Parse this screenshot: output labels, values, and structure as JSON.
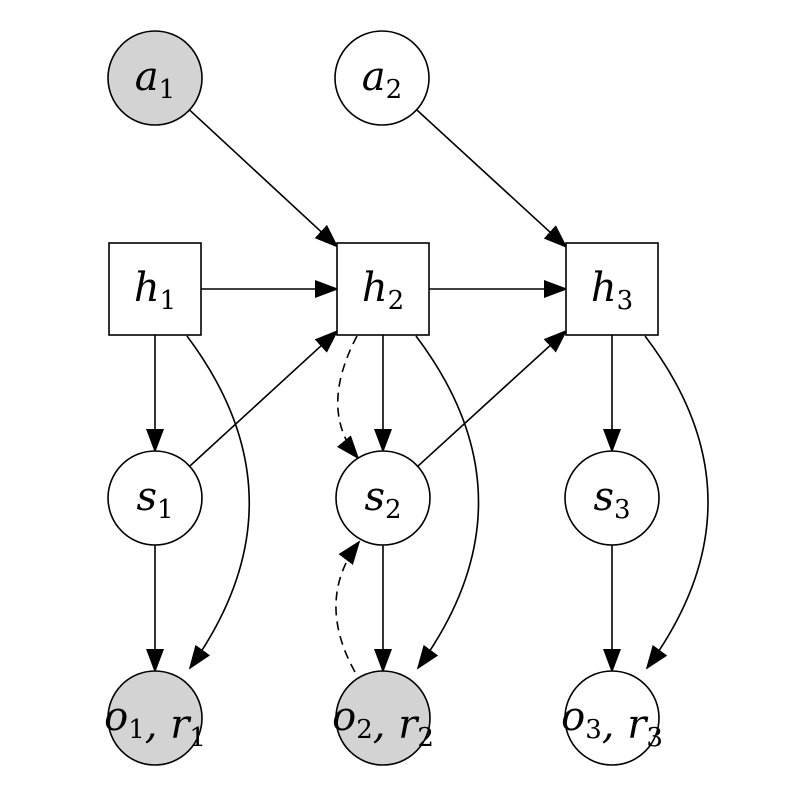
{
  "colors": {
    "observed_fill": "#d3d3d3",
    "latent_fill": "#ffffff",
    "stroke": "#000000"
  },
  "nodes": [
    {
      "id": "a1",
      "base": "a",
      "sub": "1",
      "shape": "circle",
      "observed": true
    },
    {
      "id": "a2",
      "base": "a",
      "sub": "2",
      "shape": "circle",
      "observed": false
    },
    {
      "id": "h1",
      "base": "h",
      "sub": "1",
      "shape": "square",
      "observed": false
    },
    {
      "id": "h2",
      "base": "h",
      "sub": "2",
      "shape": "square",
      "observed": false
    },
    {
      "id": "h3",
      "base": "h",
      "sub": "3",
      "shape": "square",
      "observed": false
    },
    {
      "id": "s1",
      "base": "s",
      "sub": "1",
      "shape": "circle",
      "observed": false
    },
    {
      "id": "s2",
      "base": "s",
      "sub": "2",
      "shape": "circle",
      "observed": false
    },
    {
      "id": "s3",
      "base": "s",
      "sub": "3",
      "shape": "circle",
      "observed": false
    },
    {
      "id": "or1",
      "base": "o",
      "sub": "1",
      "base2": "r",
      "sub2": "1",
      "shape": "circle",
      "observed": true
    },
    {
      "id": "or2",
      "base": "o",
      "sub": "2",
      "base2": "r",
      "sub2": "2",
      "shape": "circle",
      "observed": true
    },
    {
      "id": "or3",
      "base": "o",
      "sub": "3",
      "base2": "r",
      "sub2": "3",
      "shape": "circle",
      "observed": false
    }
  ],
  "edges": [
    {
      "from": "a1",
      "to": "h2",
      "style": "solid"
    },
    {
      "from": "a2",
      "to": "h3",
      "style": "solid"
    },
    {
      "from": "h1",
      "to": "h2",
      "style": "solid"
    },
    {
      "from": "h2",
      "to": "h3",
      "style": "solid"
    },
    {
      "from": "h1",
      "to": "s1",
      "style": "solid"
    },
    {
      "from": "h2",
      "to": "s2",
      "style": "solid"
    },
    {
      "from": "h3",
      "to": "s3",
      "style": "solid"
    },
    {
      "from": "s1",
      "to": "h2",
      "style": "solid"
    },
    {
      "from": "s2",
      "to": "h3",
      "style": "solid"
    },
    {
      "from": "s1",
      "to": "or1",
      "style": "solid"
    },
    {
      "from": "s2",
      "to": "or2",
      "style": "solid"
    },
    {
      "from": "s3",
      "to": "or3",
      "style": "solid"
    },
    {
      "from": "h1",
      "to": "or1",
      "style": "solid"
    },
    {
      "from": "h2",
      "to": "or2",
      "style": "solid"
    },
    {
      "from": "h3",
      "to": "or3",
      "style": "solid"
    },
    {
      "from": "h2",
      "to": "s2",
      "style": "dashed"
    },
    {
      "from": "or2",
      "to": "s2",
      "style": "dashed"
    }
  ]
}
